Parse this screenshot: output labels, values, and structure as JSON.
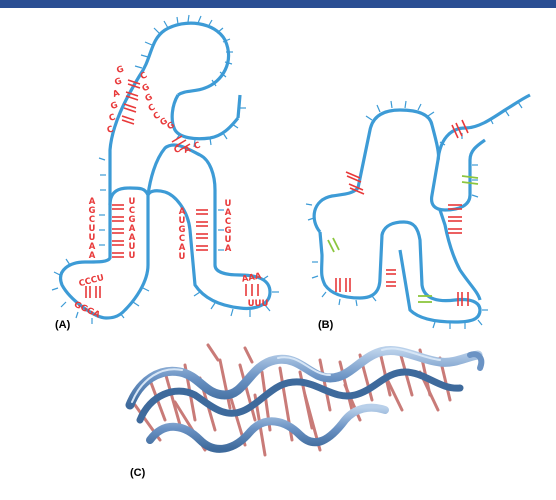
{
  "header_bar_color": "#2a4e93",
  "panel_labels": {
    "a": "(A)",
    "b": "(B)",
    "c": "(C)"
  },
  "colors": {
    "backbone": "#3d9bd6",
    "base_pair": "#e8393a",
    "tertiary_pair": "#8cc63f",
    "ribbon": "#6b93c4",
    "ribbon_dark": "#3e6a9c",
    "ribbon_light": "#b9d0ea",
    "rungs": "#c97b78"
  },
  "panel_a_sequences": {
    "top_left_strand": [
      "G",
      "G",
      "A",
      "G",
      "C",
      "C"
    ],
    "top_right_strand": [
      "C",
      "G",
      "G",
      "C",
      "C",
      "G",
      "G"
    ],
    "junction_loop": [
      "C",
      "A",
      "C"
    ],
    "left_stem_outer": [
      "A",
      "G",
      "C",
      "U",
      "U",
      "A",
      "A"
    ],
    "left_stem_inner": [
      "U",
      "C",
      "G",
      "A",
      "A",
      "U",
      "U"
    ],
    "right_stem_outer": [
      "U",
      "A",
      "C",
      "G",
      "U",
      "A"
    ],
    "right_stem_inner": [
      "A",
      "U",
      "G",
      "C",
      "A",
      "U"
    ],
    "left_lobe_top": "CCCU",
    "left_lobe_bottom": "GGGA",
    "right_lobe_top": "AAA",
    "right_lobe_bottom": "UUU"
  }
}
